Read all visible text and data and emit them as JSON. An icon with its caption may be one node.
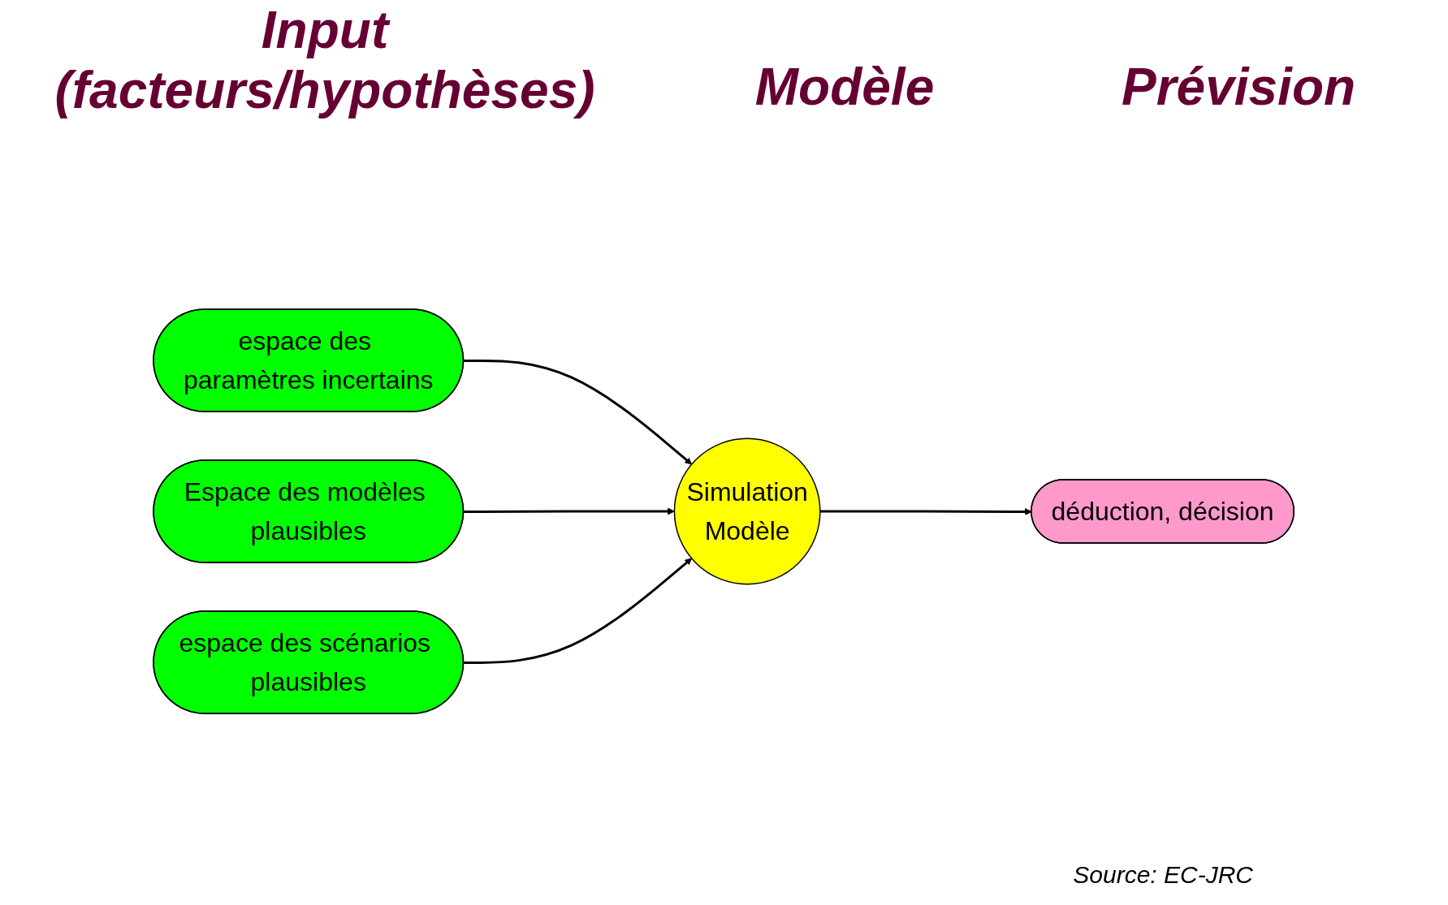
{
  "diagram": {
    "nodes": [
      {
        "text": [
          "espace des paramètres incertains"
        ]
      },
      {
        "text": [
          "Espace des modèles plausibles"
        ]
      },
      {
        "text": [
          "espace des scénarios plausibles"
        ]
      },
      {
        "text": [
          "Simulation",
          "Modèle"
        ]
      },
      {
        "text": [
          "déduction, décision"
        ]
      }
    ],
    "edges": [
      {
        "from": 0,
        "to": 3,
        "arrow": "to"
      },
      {
        "from": 1,
        "to": 3,
        "arrow": "to"
      },
      {
        "from": 2,
        "to": 3,
        "arrow": "to"
      },
      {
        "from": 3,
        "to": 4,
        "arrow": "to"
      }
    ],
    "labels": [
      "Input (facteurs/hypothèses)",
      "Modèle",
      "Prévision",
      "Source: EC-JRC"
    ]
  }
}
